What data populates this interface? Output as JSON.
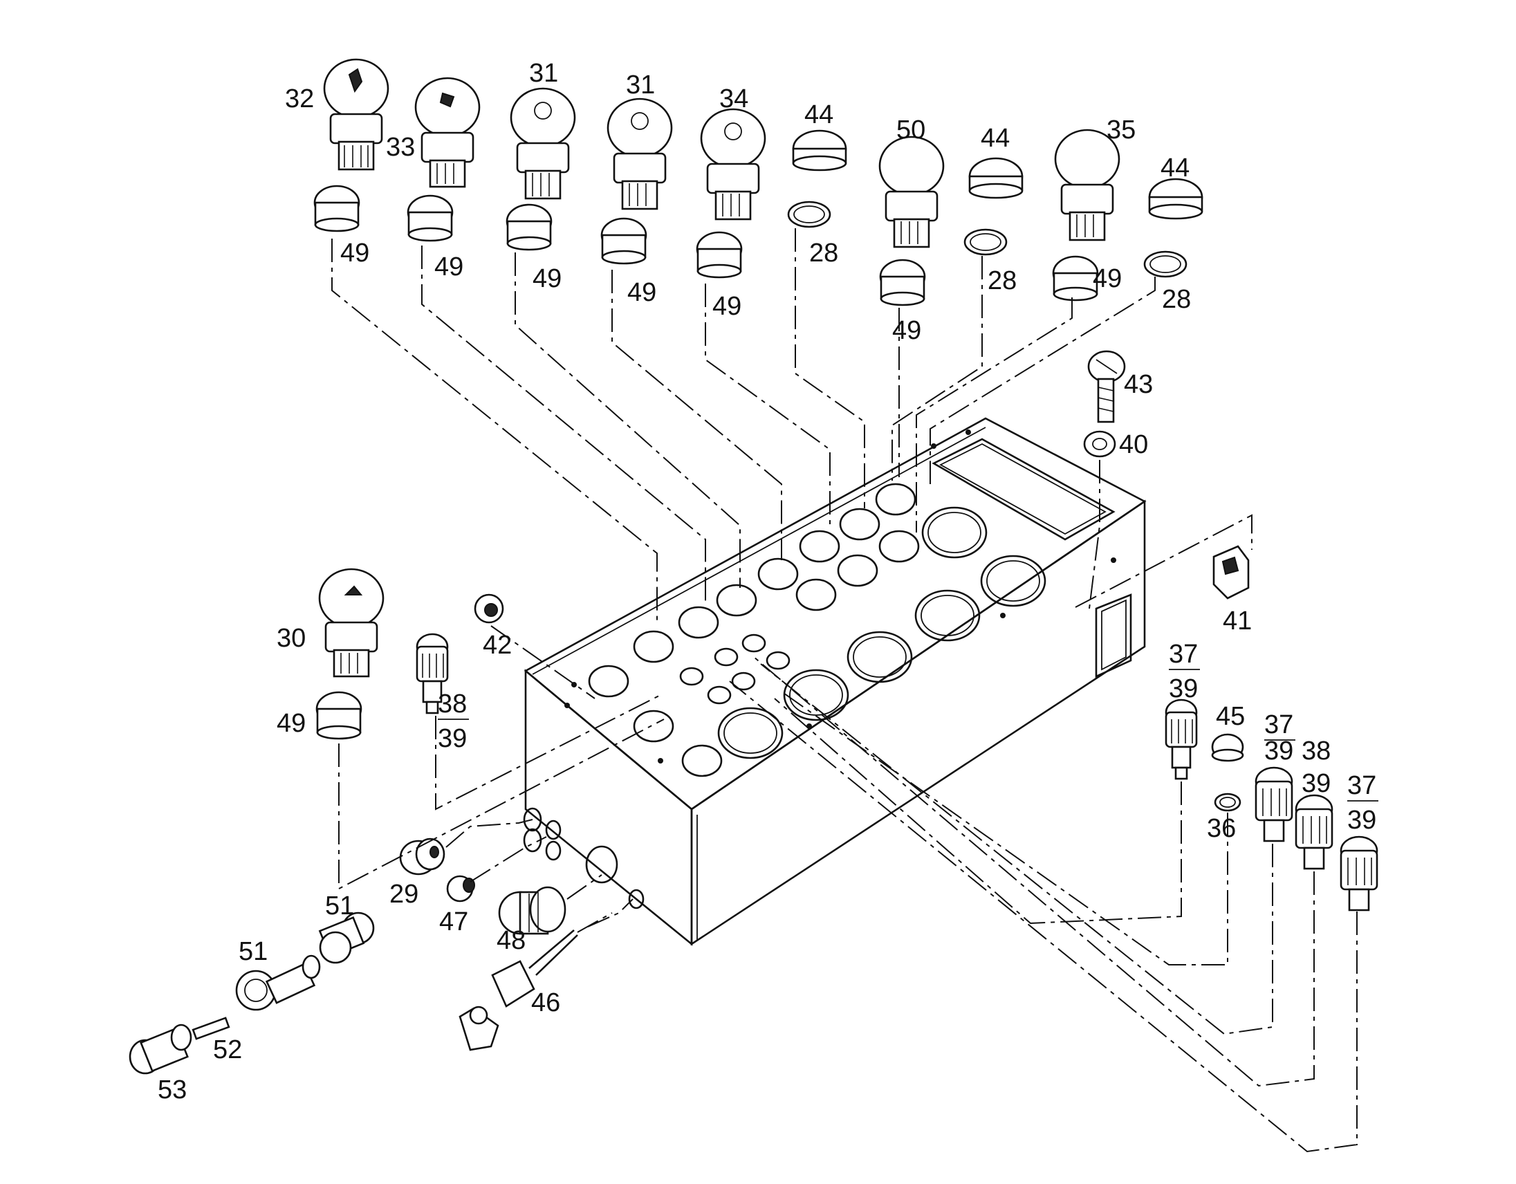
{
  "diagram": {
    "labels": {
      "l32": "32",
      "l33": "33",
      "l31a": "31",
      "l31b": "31",
      "l34": "34",
      "l44a": "44",
      "l50": "50",
      "l44b": "44",
      "l35": "35",
      "l44c": "44",
      "l49a": "49",
      "l49b": "49",
      "l49c": "49",
      "l49d": "49",
      "l49e": "49",
      "l49f": "49",
      "l49g": "49",
      "l49h": "49",
      "l28a": "28",
      "l28b": "28",
      "l28c": "28",
      "l43": "43",
      "l40": "40",
      "l41": "41",
      "l42": "42",
      "l30": "30",
      "l38a": "38",
      "l39a": "39",
      "l37a": "37",
      "l39b": "39",
      "l45": "45",
      "l37b": "37",
      "l39c": "39",
      "l38b": "38",
      "l39d": "39",
      "l37c": "37",
      "l39e": "39",
      "l36": "36",
      "l29": "29",
      "l47": "47",
      "l48": "48",
      "l46": "46",
      "l51a": "51",
      "l51b": "51",
      "l52": "52",
      "l53": "53"
    }
  }
}
